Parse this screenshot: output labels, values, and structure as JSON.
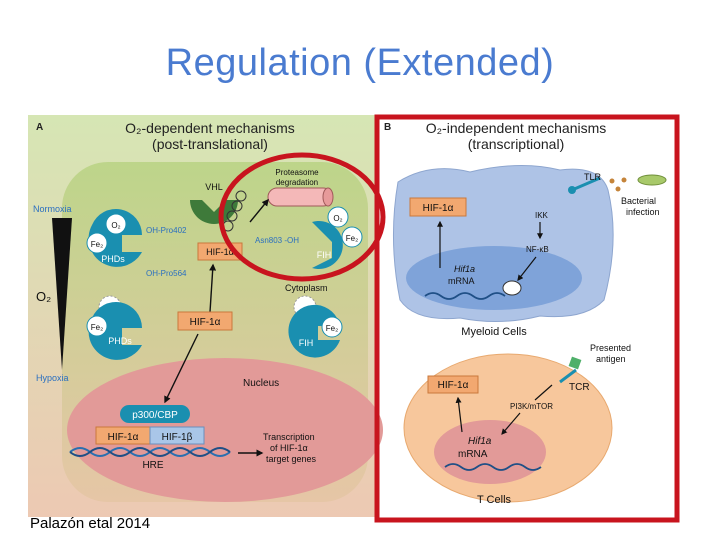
{
  "slide": {
    "title": "Regulation (Extended)",
    "citation": "Palazón etal 2014"
  },
  "panel_a": {
    "letter": "A",
    "heading_1": "O₂-dependent mechanisms",
    "heading_2": "(post-translational)",
    "normoxia": "Normoxia",
    "hypoxia": "Hypoxia",
    "o2_gradient": "O₂",
    "vhl": "VHL",
    "proteasome_1": "Proteasome",
    "proteasome_2": "degradation",
    "o2_top": "O₂",
    "fe2_top": "Fe₂",
    "oh_pro402": "OH-Pro402",
    "phds_top": "PHDs",
    "hif1a_top": "HIF-1α",
    "oh_pro564": "OH-Pro564",
    "o2_fih": "O₂",
    "fe2_fih": "Fe₂",
    "asn803": "Asn803 -OH",
    "fih_top": "FIH",
    "cytoplasm": "Cytoplasm",
    "fe2_bottom": "Fe₂",
    "phds_bottom": "PHDs",
    "hif1a_mid": "HIF-1α",
    "fe2_fih_bottom": "Fe₂",
    "fih_bottom": "FIH",
    "nucleus": "Nucleus",
    "p300": "p300/CBP",
    "hif1a_nuc": "HIF-1α",
    "hif1b": "HIF-1β",
    "hre": "HRE",
    "transcription_1": "Transcription",
    "transcription_2": "of HIF-1α",
    "transcription_3": "target genes"
  },
  "panel_b": {
    "letter": "B",
    "heading_1": "O₂-independent mechanisms",
    "heading_2": "(transcriptional)",
    "tlr": "TLR",
    "bacterial_1": "Bacterial",
    "bacterial_2": "infection",
    "hif1a_myeloid": "HIF-1α",
    "ikk": "IKK",
    "nfkb": "NF-κB",
    "hif1a_gene_myeloid": "Hif1a",
    "mrna_myeloid": "mRNA",
    "myeloid_cells": "Myeloid Cells",
    "presented_1": "Presented",
    "presented_2": "antigen",
    "hif1a_t": "HIF-1α",
    "tcr": "TCR",
    "pi3k": "PI3K/mTOR",
    "hif1a_gene_t": "Hif1a",
    "mrna_t": "mRNA",
    "t_cells": "T Cells"
  },
  "colors": {
    "title_blue": "#4a7bd0",
    "highlight_red": "#c8141e",
    "cytoplasm_green": "#c9dc8f",
    "nucleus_pink": "#e29a98",
    "enzyme_teal": "#1a8fb0",
    "hif_orange": "#f2a870",
    "myeloid_blue": "#aec3e6",
    "t_cell_orange": "#f7c79c"
  }
}
